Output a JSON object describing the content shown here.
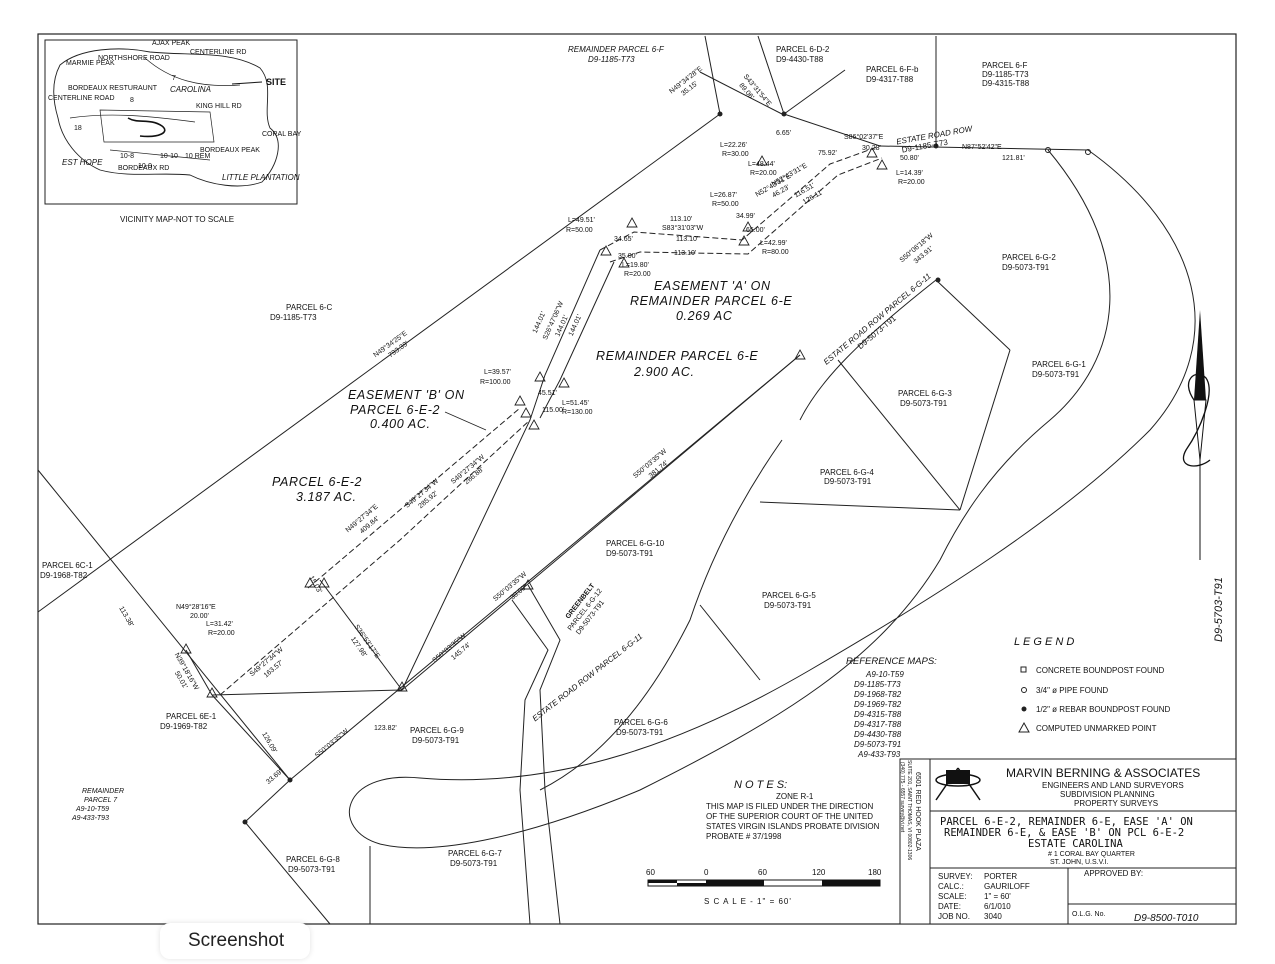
{
  "vicinity_map": {
    "caption": "VICINITY MAP-NOT TO SCALE",
    "labels": [
      "AJAX PEAK",
      "NORTHSHORE ROAD",
      "CENTERLINE RD",
      "MARMIE PEAK",
      "SITE",
      "CENTERLINE ROAD",
      "BORDEAUX RESTURAUNT",
      "CAROLINA",
      "KING HILL RD",
      "CORAL BAY",
      "EST HOPE",
      "BORDEAUX PEAK",
      "LITTLE PLANTATION",
      "BORDEAUX RD",
      "10-8",
      "10-10",
      "10 REM",
      "10-9",
      "7",
      "8",
      "18"
    ]
  },
  "parcels": {
    "p6f_rem_name": "REMAINDER PARCEL 6-F",
    "p6f_rem_ref": "D9-1185-T73",
    "p6d2_name": "PARCEL 6-D-2",
    "p6d2_ref": "D9-4430-T88",
    "p6fb_name": "PARCEL 6-F-b",
    "p6fb_ref": "D9-4317-T88",
    "p6f_name": "PARCEL 6-F",
    "p6f_ref1": "D9-1185-T73",
    "p6f_ref2": "D9-4315-T88",
    "estate_row_name": "ESTATE ROAD ROW",
    "estate_row_ref": "D9-1185-T73",
    "p6c_name": "PARCEL 6-C",
    "p6c_ref": "D9-1185-T73",
    "ease_a_l1": "EASEMENT 'A' ON",
    "ease_a_l2": "REMAINDER PARCEL 6-E",
    "ease_a_l3": "0.269 AC",
    "rem6e_l1": "REMAINDER PARCEL 6-E",
    "rem6e_l2": "2.900 AC.",
    "ease_b_l1": "EASEMENT 'B' ON",
    "ease_b_l2": "PARCEL 6-E-2",
    "ease_b_l3": "0.400 AC.",
    "p6e2_l1": "PARCEL 6-E-2",
    "p6e2_l2": "3.187 AC.",
    "p6c1_name": "PARCEL 6C-1",
    "p6c1_ref": "D9-1968-T82",
    "p6e1_name": "PARCEL 6E-1",
    "p6e1_ref": "D9-1969-T82",
    "rem7_l1": "REMAINDER",
    "rem7_l2": "PARCEL 7",
    "rem7_l3": "A9-10-T59",
    "rem7_l4": "A9-433-T93",
    "p6g2_name": "PARCEL 6-G-2",
    "p6g2_ref": "D9-5073-T91",
    "p6g1_name": "PARCEL 6-G-1",
    "p6g1_ref": "D9-5073-T91",
    "p6g3_name": "PARCEL 6-G-3",
    "p6g3_ref": "D9-5073-T91",
    "p6g4_name": "PARCEL 6-G-4",
    "p6g4_ref": "D9-5073-T91",
    "p6g10_name": "PARCEL 6-G-10",
    "p6g10_ref": "D9-5073-T91",
    "p6g5_name": "PARCEL 6-G-5",
    "p6g5_ref": "D9-5073-T91",
    "p6g9_name": "PARCEL 6-G-9",
    "p6g9_ref": "D9-5073-T91",
    "p6g6_name": "PARCEL 6-G-6",
    "p6g6_ref": "D9-5073-T91",
    "p6g7_name": "PARCEL 6-G-7",
    "p6g7_ref": "D9-5073-T91",
    "p6g8_name": "PARCEL 6-G-8",
    "p6g8_ref": "D9-5073-T91",
    "greenbelt_l1": "GREENBELT",
    "greenbelt_l2": "PARCEL 6-G-12",
    "greenbelt_l3": "D9-5073-T91",
    "row_upper_l1": "ESTATE ROAD ROW PARCEL 6-G-11",
    "row_upper_l2": "D9-5073-T91",
    "row_lower": "ESTATE ROAD ROW PARCEL 6-G-11",
    "right_ref": "D9-5703-T91"
  },
  "dims": {
    "d1": "N49°34'28\"E",
    "d1v": "35.15'",
    "d2": "S43°31'54\"E",
    "d2v": "89.06'",
    "d3": "L=22.26'",
    "d3r": "R=30.00",
    "d4": "6.65'",
    "d5": "S86°02'37\"E",
    "d5v": "30.28'",
    "d6": "75.92'",
    "d7": "L=48.44'",
    "d7r": "R=20.00",
    "d8": "N87°52'42\"E",
    "d8v1": "50.80'",
    "d8v2": "121.81'",
    "d9": "L=14.39'",
    "d9r": "R=20.00",
    "d10": "L=26.87'",
    "d10r": "R=50.00",
    "d11": "N52°43'31\"E",
    "d11v": "46.23'",
    "d12": "N52°43'31\"E",
    "d12v1": "116.51'",
    "d12v2": "126.11'",
    "d13": "L=49.51'",
    "d13r": "R=50.00",
    "d14v1": "113.10'",
    "d14": "S83°31'03\"W",
    "d14v2": "113.10'",
    "d14v3": "113.10'",
    "d15": "34.99'",
    "d16": "65.00'",
    "d17": "34.65'",
    "d18": "35.00'",
    "d19": "L=42.99'",
    "d19r": "R=80.00",
    "d20": "L=19.80'",
    "d20r": "R=20.00",
    "d21": "N49°34'25\"E",
    "d21v": "793.39'",
    "d22v1": "144.01'",
    "d22": "S26°47'06\"W",
    "d22v2": "144.01'",
    "d22v3": "144.01'",
    "d23": "L=39.57'",
    "d23r": "R=100.00",
    "d24": "45.51'",
    "d25": "115.00'",
    "d26": "L=51.45'",
    "d26r": "R=130.00",
    "d27": "S50°06'18\"W",
    "d27v": "343.91'",
    "d28": "S50°03'35\"W",
    "d28v": "381.74'",
    "d29": "N49°27'34\"E",
    "d29v": "409.84'",
    "d30": "S49°27'34\"W",
    "d30v": "285.92'",
    "d31": "S49°27'34\"W",
    "d31v": "286.88'",
    "d32": "15.03'",
    "d33": "N49°28'16\"E",
    "d33v": "20.00'",
    "d34": "L=31.42'",
    "d34r": "R=20.00",
    "d35": "S49°27'34\"W",
    "d35v": "163.57'",
    "d36": "S36°53'17\"E",
    "d36v": "127.98'",
    "d37": "S50°03'35\"W",
    "d37v": "30.00'",
    "d38": "S50°03'35\"W",
    "d38v": "145.74'",
    "d39": "113.38'",
    "d40": "N39°18'16\"W",
    "d40v": "50.01'",
    "d41": "S50°03'35\"W",
    "d41v": "123.82'",
    "d42": "126.09'",
    "d43": "33.69'"
  },
  "legend": {
    "title": "L E G E N D",
    "items": [
      {
        "symbol": "square",
        "label": "CONCRETE BOUNDPOST FOUND"
      },
      {
        "symbol": "circle-open",
        "label": "3/4\" ø PIPE FOUND"
      },
      {
        "symbol": "circle-filled",
        "label": "1/2\" ø REBAR BOUNDPOST FOUND"
      },
      {
        "symbol": "triangle",
        "label": "COMPUTED UNMARKED POINT"
      }
    ]
  },
  "reference_maps": {
    "title": "REFERENCE MAPS:",
    "items": [
      "A9-10-T59",
      "D9-1185-T73",
      "D9-1968-T82",
      "D9-1969-T82",
      "D9-4315-T88",
      "D9-4317-T88",
      "D9-4430-T88",
      "D9-5073-T91",
      "A9-433-T93"
    ]
  },
  "notes": {
    "title": "N O T E S:",
    "zone": "ZONE R-1",
    "lines": [
      "THIS MAP IS FILED UNDER THE DIRECTION",
      "OF THE SUPERIOR COURT OF THE UNITED",
      "STATES VIRGIN ISLANDS PROBATE DIVISION",
      "PROBATE # 37/1998"
    ]
  },
  "scale_bar": {
    "ticks": [
      "60",
      "0",
      "60",
      "120",
      "180"
    ],
    "caption": "S C A L E  -  1\" = 60'"
  },
  "title_block": {
    "address_l1": "6501 RED HOOK PLAZA",
    "address_l2": "SUITE 201, SAINT THOMAS, VI 00802-1306",
    "address_l3": "(340) 775 - 6557  survey@vi.net",
    "firm": "MARVIN BERNING & ASSOCIATES",
    "services": [
      "ENGINEERS AND LAND SURVEYORS",
      "SUBDIVISION PLANNING",
      "PROPERTY SURVEYS"
    ],
    "title_l1": "PARCEL 6-E-2, REMAINDER 6-E, EASE 'A' ON",
    "title_l2": "REMAINDER 6-E, & EASE 'B' ON PCL 6-E-2",
    "title_l3": "ESTATE CAROLINA",
    "title_l4": "# 1 CORAL BAY QUARTER",
    "title_l5": "ST. JOHN, U.S.V.I.",
    "survey_label": "SURVEY:",
    "survey_value": "PORTER",
    "calc_label": "CALC.:",
    "calc_value": "GAURILOFF",
    "scale_label": "SCALE:",
    "scale_value": "1\" = 60'",
    "date_label": "DATE:",
    "date_value": "6/1/010",
    "job_label": "JOB NO.",
    "job_value": "3040",
    "approved_label": "APPROVED BY:",
    "olg_label": "O.L.G. No.",
    "olg_value": "D9-8500-T010"
  },
  "ui": {
    "screenshot_label": "Screenshot"
  }
}
